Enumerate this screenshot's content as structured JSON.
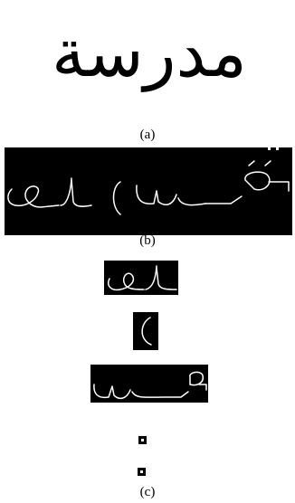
{
  "figure": {
    "word": "مدرسة",
    "captions": {
      "a": "(a)",
      "b": "(b)",
      "c": "(c)"
    },
    "colors": {
      "background": "#ffffff",
      "ink": "#000000",
      "stroke": "#ffffff",
      "panel": "#000000"
    }
  }
}
